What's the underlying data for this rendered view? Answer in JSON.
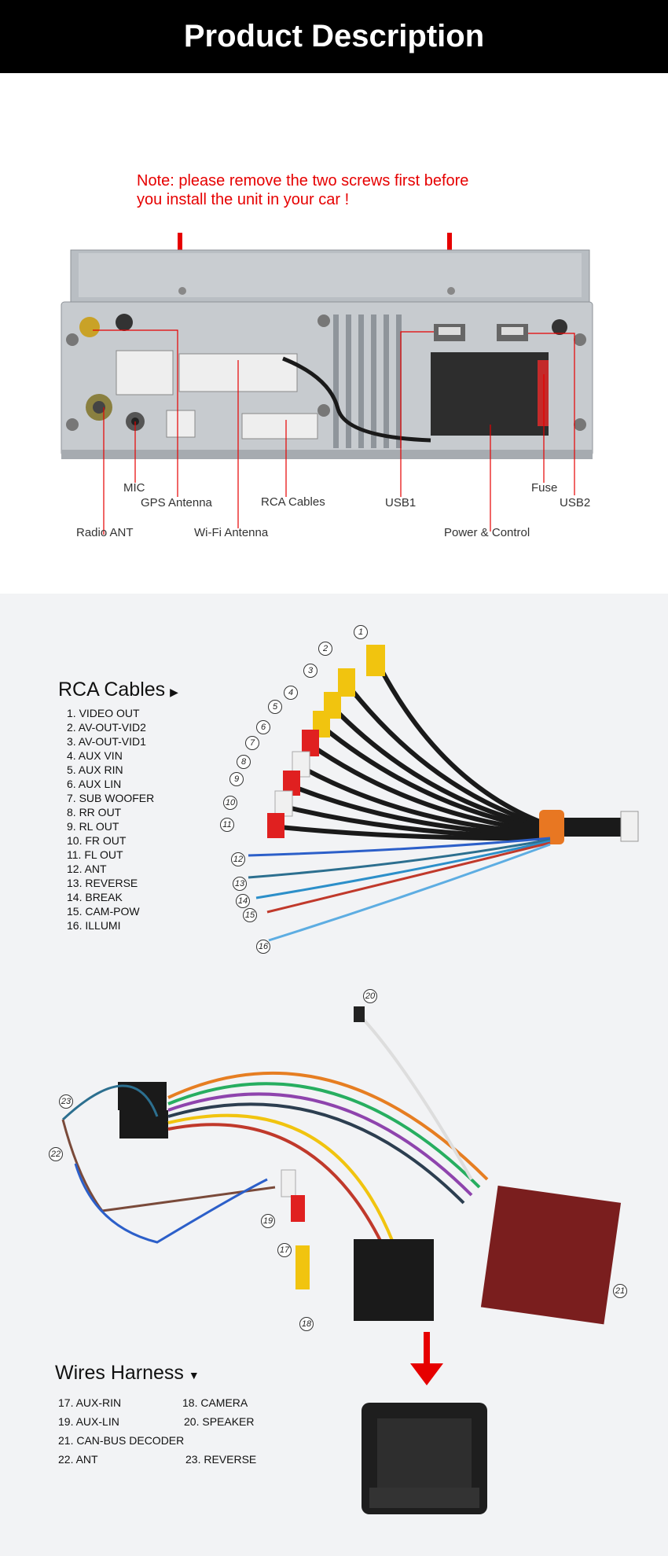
{
  "header": {
    "title": "Product Description"
  },
  "note": {
    "line1": "Note: please remove the two screws first before",
    "line2": "you install the unit in your car !"
  },
  "unit_labels": {
    "mic": "MIC",
    "gps": "GPS Antenna",
    "rca": "RCA Cables",
    "usb1": "USB1",
    "fuse": "Fuse",
    "usb2": "USB2",
    "radio": "Radio ANT",
    "wifi": "Wi-Fi Antenna",
    "power": "Power & Control"
  },
  "rca_section": {
    "title": "RCA Cables",
    "items": [
      "1. VIDEO OUT",
      "2. AV-OUT-VID2",
      "3. AV-OUT-VID1",
      "4. AUX VIN",
      "5. AUX RIN",
      "6. AUX LIN",
      "7. SUB WOOFER",
      "8. RR OUT",
      "9. RL OUT",
      "10. FR OUT",
      "11. FL OUT",
      "12. ANT",
      "13. REVERSE",
      "14. BREAK",
      "15. CAM-POW",
      "16. ILLUMI"
    ]
  },
  "harness_section": {
    "title": "Wires Harness",
    "items": {
      "i17": "17. AUX-RIN",
      "i18": "18. CAMERA",
      "i19": "19. AUX-LIN",
      "i20": "20. SPEAKER",
      "i21": "21. CAN-BUS DECODER",
      "i22": "22. ANT",
      "i23": "23. REVERSE"
    }
  },
  "callout_numbers": [
    "1",
    "2",
    "3",
    "4",
    "5",
    "6",
    "7",
    "8",
    "9",
    "10",
    "11",
    "12",
    "13",
    "14",
    "15",
    "16",
    "17",
    "18",
    "19",
    "20",
    "21",
    "22",
    "23"
  ],
  "colors": {
    "accent_red": "#e60000",
    "header_bg": "#000000",
    "lower_bg": "#f2f3f5"
  }
}
